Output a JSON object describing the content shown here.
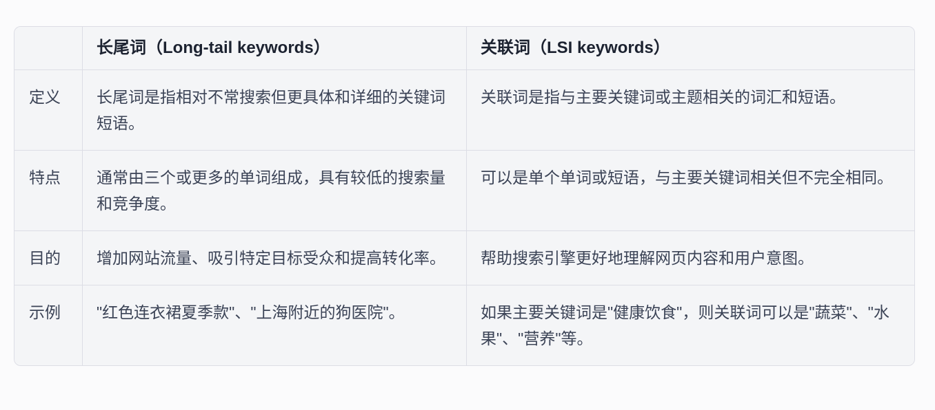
{
  "table": {
    "headers": {
      "corner": "",
      "col1": "长尾词（Long-tail keywords）",
      "col2": "关联词（LSI keywords）"
    },
    "rows": [
      {
        "label": "定义",
        "col1": "长尾词是指相对不常搜索但更具体和详细的关键词短语。",
        "col2": "关联词是指与主要关键词或主题相关的词汇和短语。"
      },
      {
        "label": "特点",
        "col1": "通常由三个或更多的单词组成，具有较低的搜索量和竞争度。",
        "col2": "可以是单个单词或短语，与主要关键词相关但不完全相同。"
      },
      {
        "label": "目的",
        "col1": "增加网站流量、吸引特定目标受众和提高转化率。",
        "col2": "帮助搜索引擎更好地理解网页内容和用户意图。"
      },
      {
        "label": "示例",
        "col1": "\"红色连衣裙夏季款\"、\"上海附近的狗医院\"。",
        "col2": "如果主要关键词是\"健康饮食\"，则关联词可以是\"蔬菜\"、\"水果\"、\"营养\"等。"
      }
    ]
  },
  "colors": {
    "page_background": "#fbfbfc",
    "cell_background": "#f4f5f7",
    "border": "#dcdde5",
    "header_text": "#1c2230",
    "body_text": "#3b4356"
  }
}
